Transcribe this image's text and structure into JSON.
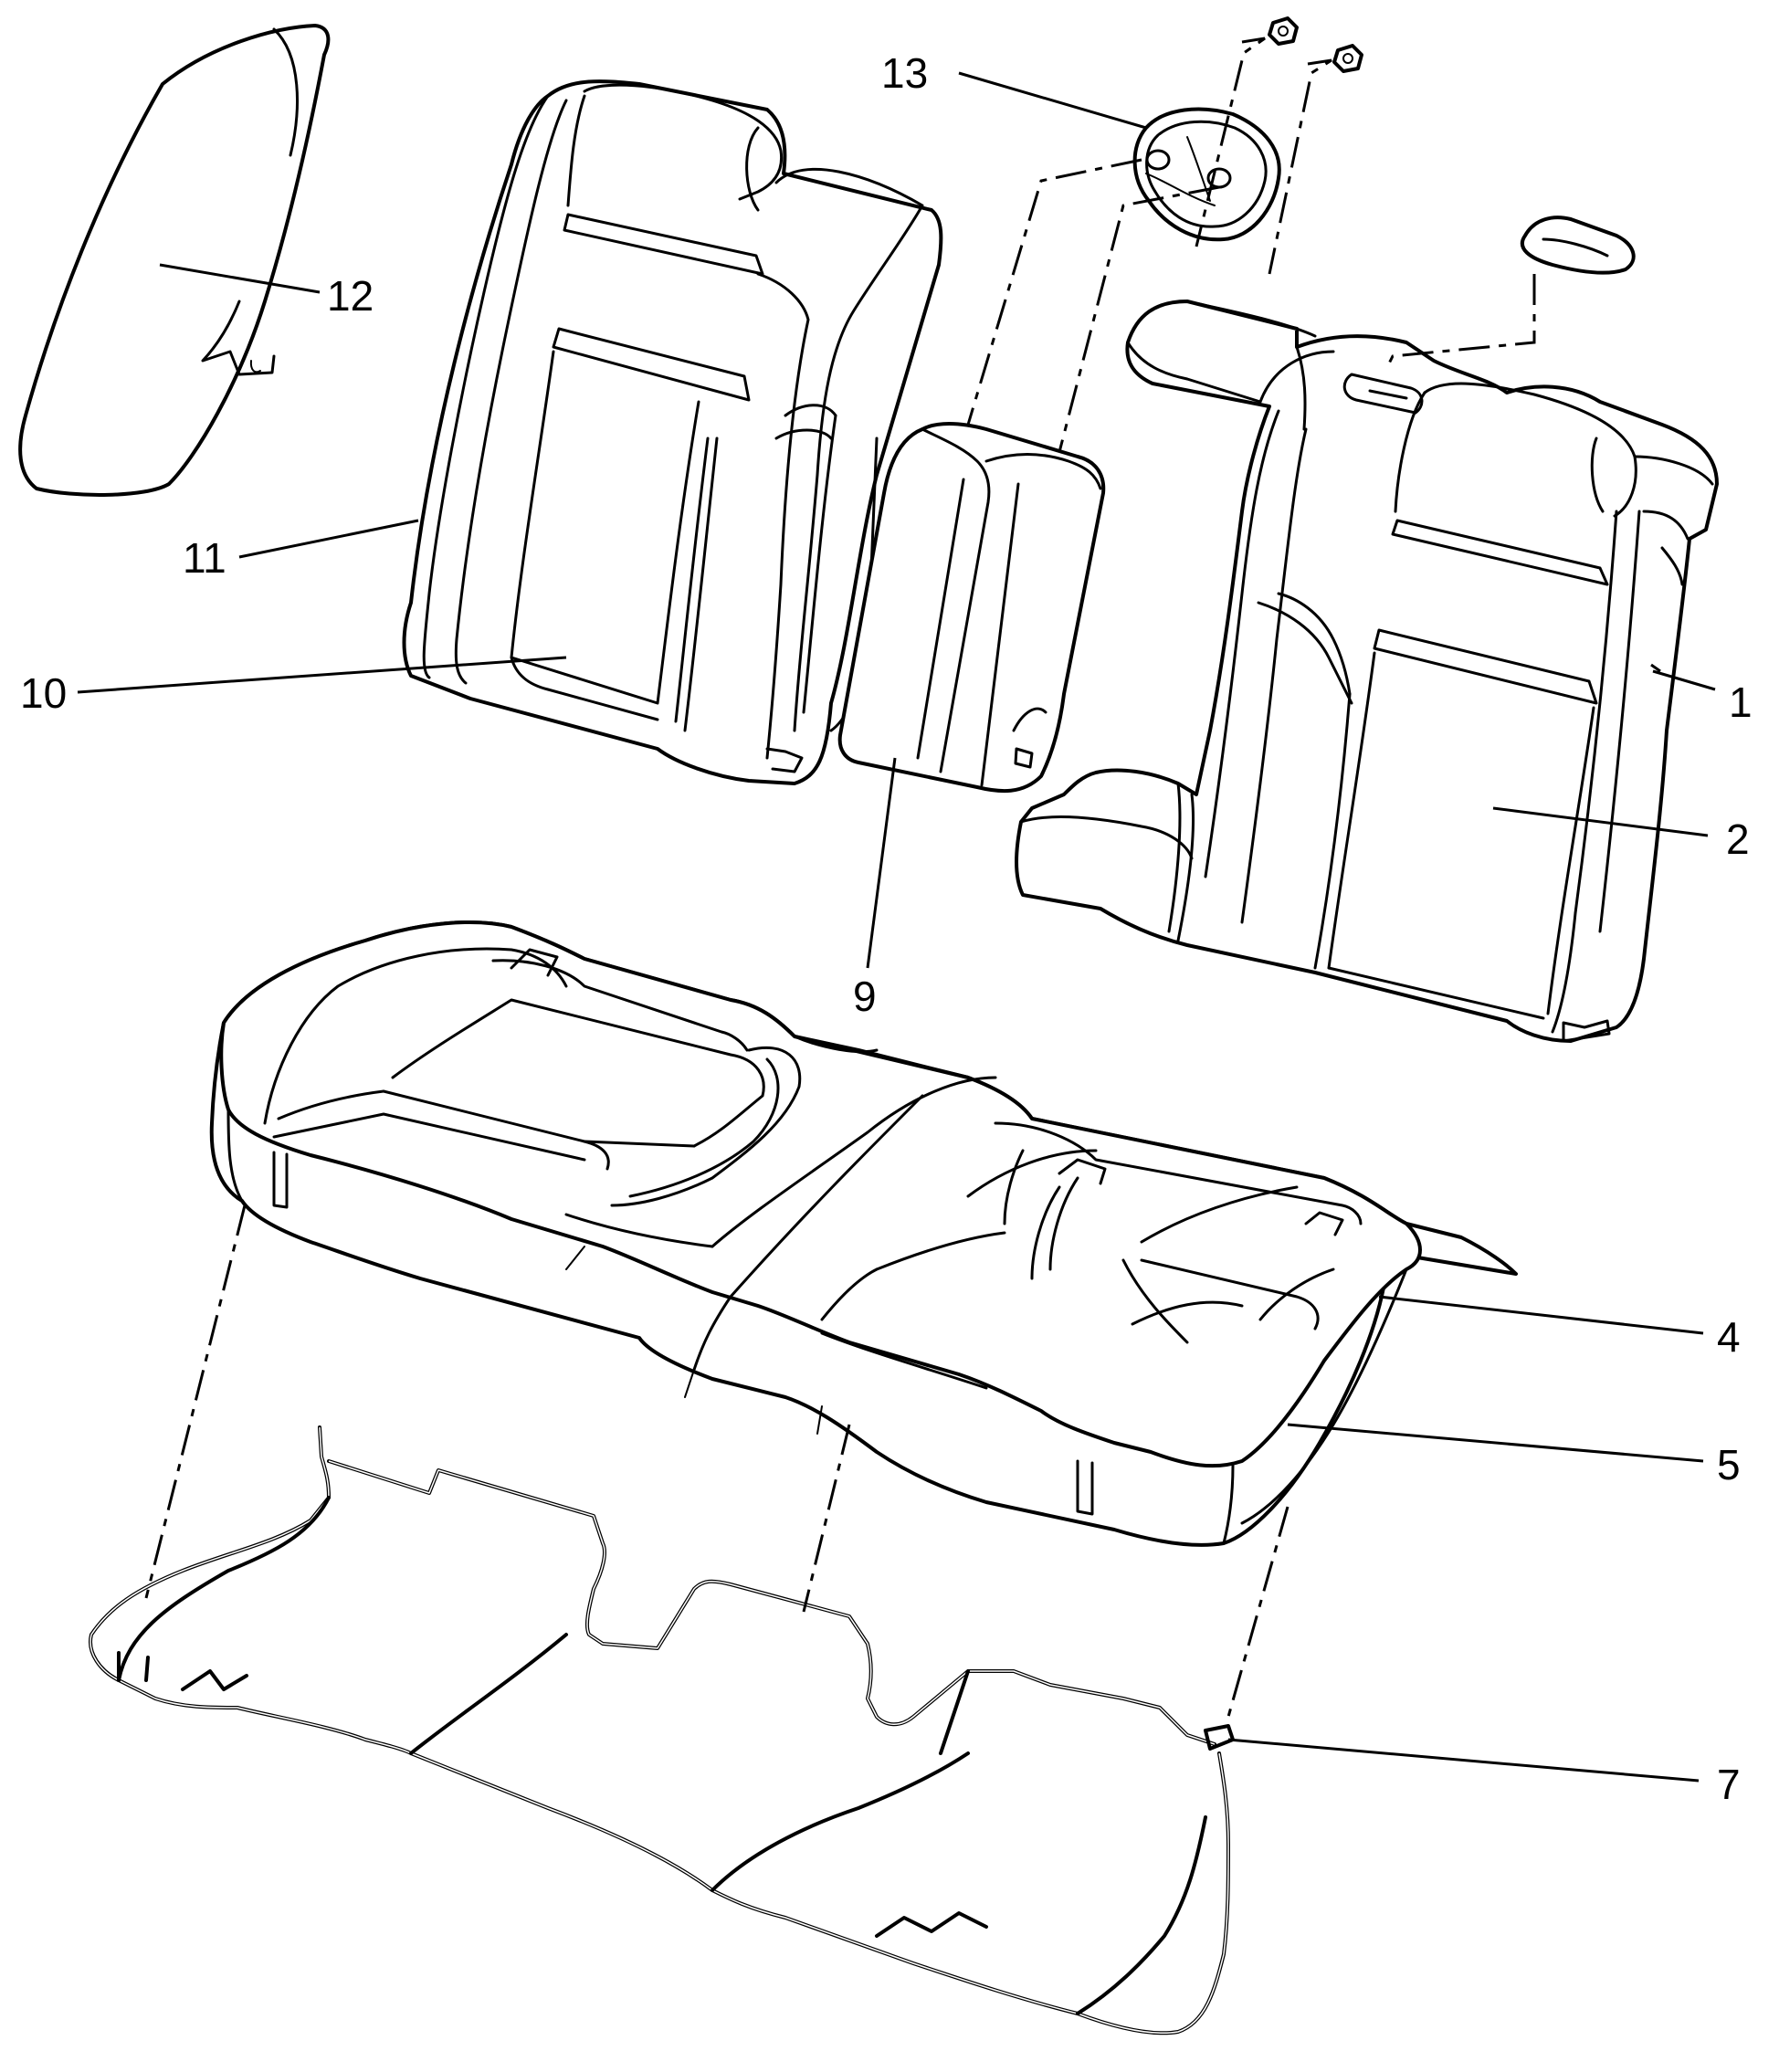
{
  "diagram": {
    "callouts": [
      {
        "id": "c13",
        "text": "13"
      },
      {
        "id": "c12",
        "text": "12"
      },
      {
        "id": "c11",
        "text": "11"
      },
      {
        "id": "c10",
        "text": "10"
      },
      {
        "id": "c9",
        "text": "9"
      },
      {
        "id": "c1",
        "text": "1"
      },
      {
        "id": "c2",
        "text": "2"
      },
      {
        "id": "c4",
        "text": "4"
      },
      {
        "id": "c5",
        "text": "5"
      },
      {
        "id": "c7",
        "text": "7"
      }
    ]
  },
  "colors": {
    "line": "#000000",
    "background": "#ffffff"
  }
}
